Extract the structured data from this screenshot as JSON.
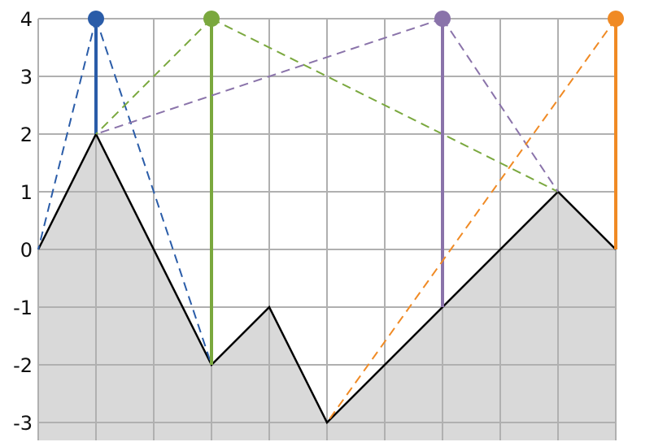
{
  "chart_data": {
    "type": "line",
    "title": "",
    "xlabel": "",
    "ylabel": "",
    "xlim": [
      0,
      10
    ],
    "ylim": [
      -3.3,
      4
    ],
    "grid": true,
    "y_ticks": [
      "4",
      "3",
      "2",
      "1",
      "0",
      "-1",
      "-2",
      "-3"
    ],
    "y_tick_values": [
      4,
      3,
      2,
      1,
      0,
      -1,
      -2,
      -3
    ],
    "x_grid": [
      0,
      1,
      2,
      3,
      4,
      5,
      6,
      7,
      8,
      9,
      10
    ],
    "terrain": {
      "x": [
        0,
        1,
        3,
        4,
        5,
        9,
        10
      ],
      "y": [
        0,
        2,
        -2,
        -1,
        -3,
        1,
        0
      ]
    },
    "series": [
      {
        "color": "#2a5ca8",
        "peak": [
          1,
          4
        ],
        "stem_from": [
          1,
          2
        ],
        "dashed_to": [
          [
            0,
            0
          ],
          [
            3,
            -2
          ]
        ]
      },
      {
        "color": "#7aa83e",
        "peak": [
          3,
          4
        ],
        "stem_from": [
          3,
          -2
        ],
        "dashed_to": [
          [
            1,
            2
          ],
          [
            9,
            1
          ]
        ]
      },
      {
        "color": "#8a73aa",
        "peak": [
          7,
          4
        ],
        "stem_from": [
          7,
          -1
        ],
        "dashed_to": [
          [
            1,
            2
          ],
          [
            9,
            1
          ]
        ]
      },
      {
        "color": "#f08a24",
        "peak": [
          10,
          4
        ],
        "stem_from": [
          10,
          0
        ],
        "dashed_to": [
          [
            5,
            -3
          ],
          [
            10,
            0
          ]
        ]
      }
    ],
    "colors": {
      "grid": "#b0b0b0",
      "terrain_fill": "#d9d9d9",
      "terrain_line": "#000000"
    }
  }
}
